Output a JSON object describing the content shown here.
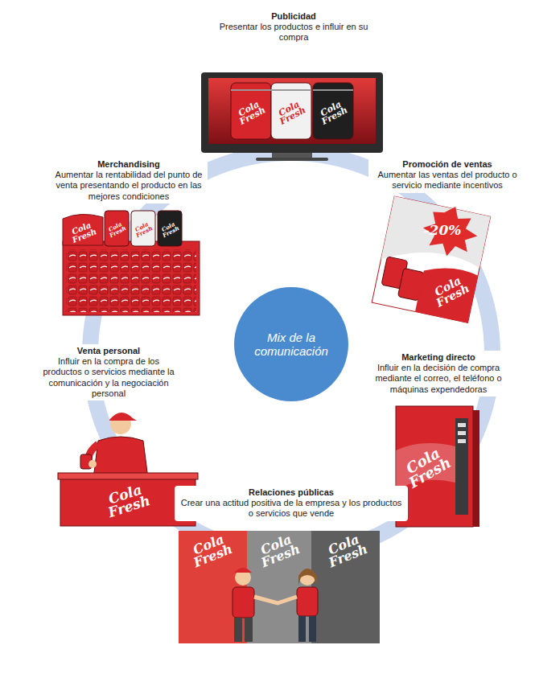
{
  "diagram": {
    "nodes": [
      {
        "text": [
          "Publicidad",
          "Presentar los productos e influir en su compra"
        ]
      },
      {
        "text": [
          "Merchandising",
          "Aumentar la rentabilidad del punto de venta presentando el producto en las mejores condiciones"
        ]
      },
      {
        "text": [
          "Promoción de ventas",
          "Aumentar las ventas del producto o servicio mediante incentivos"
        ]
      },
      {
        "text": [
          "Mix de la comunicación"
        ]
      },
      {
        "text": [
          "Venta personal",
          "Influir en la compra de los productos o servicios mediante la comunicación y la negociación personal"
        ]
      },
      {
        "text": [
          "Marketing directo",
          "Influir en la decisión de compra mediante el correo, el teléfono o máquinas expendedoras"
        ]
      },
      {
        "text": [
          "Relaciones públicas",
          "Crear una actitud positiva de la empresa y los productos o servicios que vende"
        ]
      }
    ],
    "labels": [
      "Cola Fresh",
      "Cola Fresh",
      "Cola Fresh",
      "Cola Fresh",
      "Cola Fresh",
      "Cola Fresh",
      "Cola Fresh",
      "-20%",
      "Cola Fresh",
      "Cola Fresh",
      "Cola Fresh",
      "Cola Fresh",
      "Cola Fresh",
      "Cola Fresh"
    ]
  }
}
